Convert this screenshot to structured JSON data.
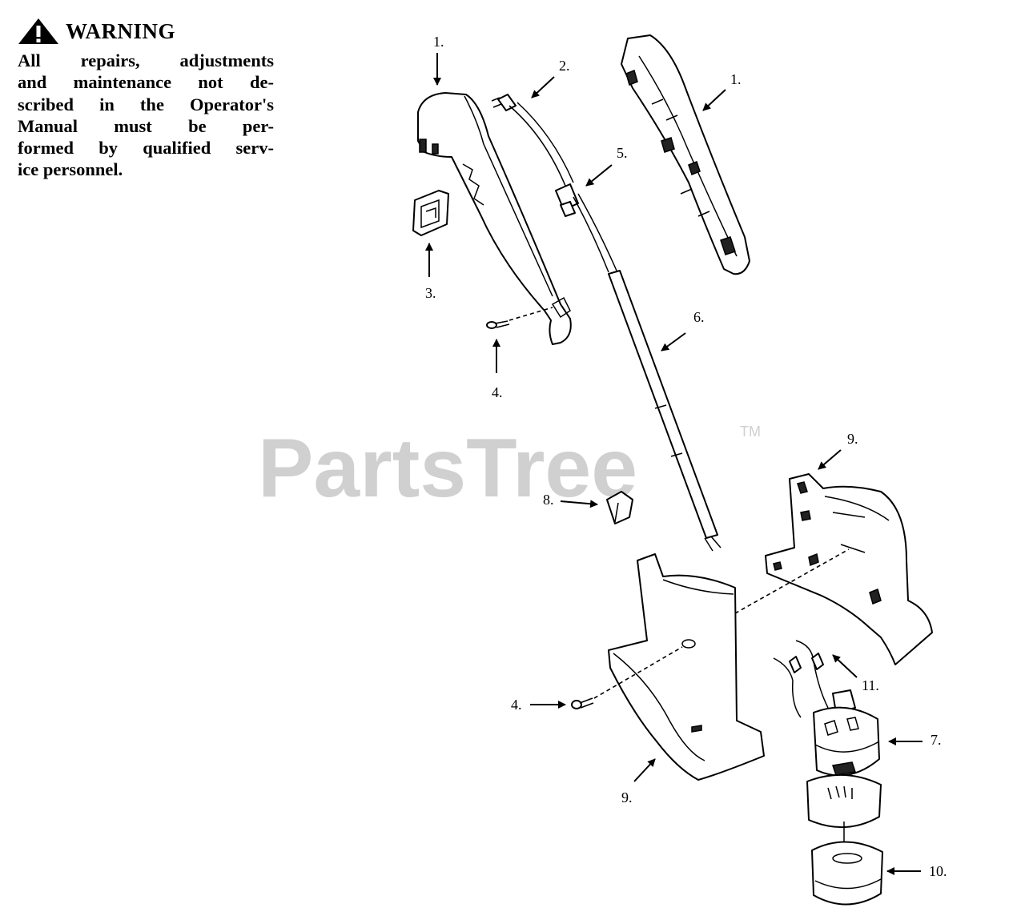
{
  "warning": {
    "title": "WARNING",
    "lines": [
      "All repairs, adjustments",
      "and maintenance not de-",
      "scribed in the Operator's",
      "Manual must be per-",
      "formed by qualified serv-",
      "ice personnel."
    ]
  },
  "watermark": {
    "text": "PartsTree",
    "trademark": "TM"
  },
  "callouts": [
    {
      "id": "c1a",
      "label": "1."
    },
    {
      "id": "c1b",
      "label": "1."
    },
    {
      "id": "c2",
      "label": "2."
    },
    {
      "id": "c3",
      "label": "3."
    },
    {
      "id": "c4a",
      "label": "4."
    },
    {
      "id": "c4b",
      "label": "4."
    },
    {
      "id": "c5",
      "label": "5."
    },
    {
      "id": "c6",
      "label": "6."
    },
    {
      "id": "c7",
      "label": "7."
    },
    {
      "id": "c8",
      "label": "8."
    },
    {
      "id": "c9a",
      "label": "9."
    },
    {
      "id": "c9b",
      "label": "9."
    },
    {
      "id": "c10",
      "label": "10."
    },
    {
      "id": "c11",
      "label": "11."
    }
  ],
  "colors": {
    "line": "#000000",
    "watermark": "#d0d0d0",
    "background": "#ffffff"
  }
}
